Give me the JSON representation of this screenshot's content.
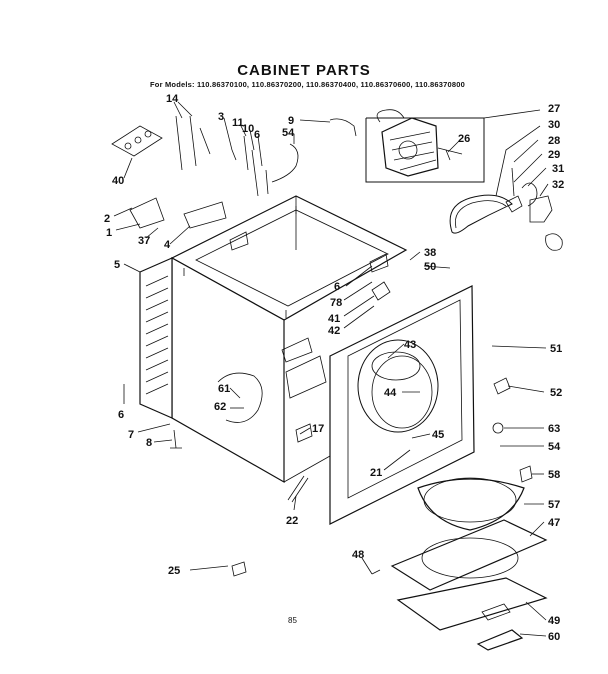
{
  "title": "CABINET PARTS",
  "models_line": "For Models: 110.86370100, 110.86370200, 110.86370400, 110.86370600, 110.86370800",
  "page_number": "85",
  "callouts": [
    "14",
    "3",
    "11",
    "10",
    "9",
    "6",
    "54",
    "27",
    "30",
    "28",
    "29",
    "31",
    "32",
    "26",
    "40",
    "2",
    "1",
    "37",
    "4",
    "5",
    "38",
    "50",
    "6",
    "78",
    "41",
    "42",
    "43",
    "51",
    "44",
    "52",
    "61",
    "62",
    "63",
    "6",
    "17",
    "54",
    "7",
    "8",
    "21",
    "45",
    "58",
    "22",
    "57",
    "47",
    "25",
    "48",
    "49",
    "60"
  ]
}
